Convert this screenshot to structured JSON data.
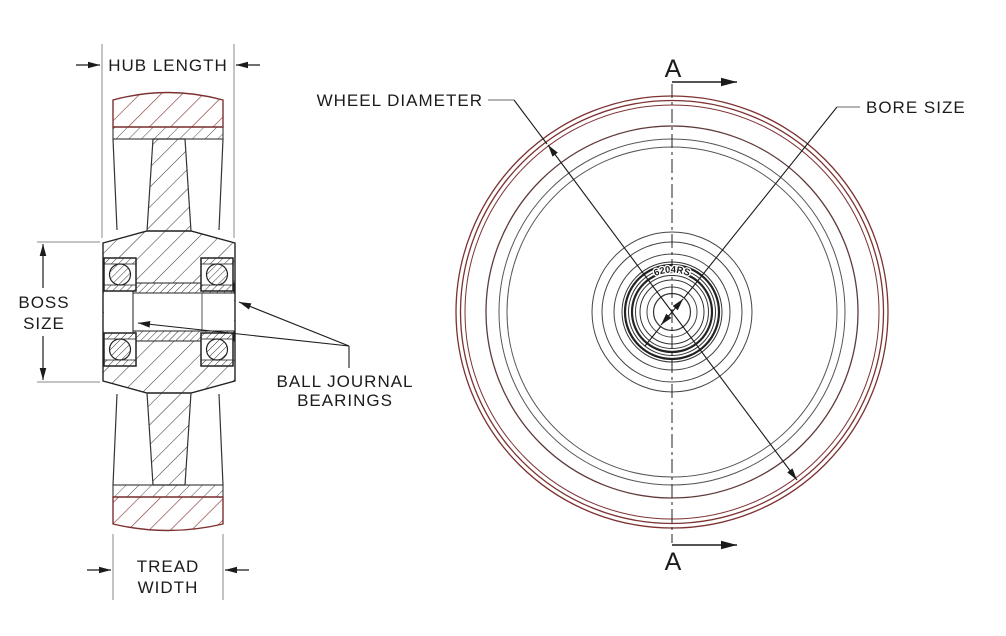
{
  "drawing": {
    "title": "wheel-section-and-front-view-technical-drawing",
    "section_view": {
      "labels": {
        "hub_length": "HUB LENGTH",
        "boss_line1": "BOSS",
        "boss_line2": "SIZE",
        "bearings_line1": "BALL JOURNAL",
        "bearings_line2": "BEARINGS",
        "tread_line1": "TREAD",
        "tread_line2": "WIDTH"
      }
    },
    "front_view": {
      "labels": {
        "wheel_diameter": "WHEEL DIAMETER",
        "bore_size": "BORE SIZE",
        "section_marker_top": "A",
        "section_marker_bottom": "A",
        "bearing_code": "6204RS"
      }
    },
    "colors": {
      "tread_red": "#7d3131",
      "inner_ring_red": "#5f3a3a",
      "line_dark": "#222222",
      "line_gray": "#888888"
    }
  }
}
